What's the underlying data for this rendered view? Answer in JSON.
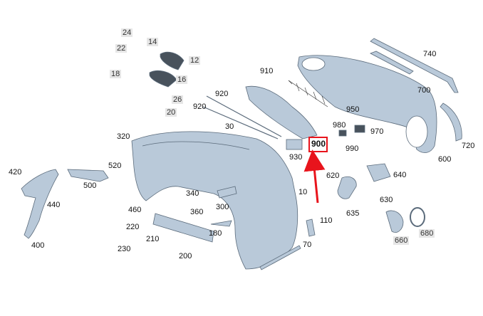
{
  "diagram": {
    "highlight_color": "#e8141c",
    "part_fill": "#b9c9d9",
    "part_stroke": "#5b6b7b",
    "labels": {
      "p24": "24",
      "p14": "14",
      "p22": "22",
      "p12": "12",
      "p18": "18",
      "p16": "16",
      "p26": "26",
      "p20": "20",
      "p910": "910",
      "p920a": "920",
      "p920b": "920",
      "p740": "740",
      "p700": "700",
      "p950": "950",
      "p320": "320",
      "p30": "30",
      "p980": "980",
      "p970": "970",
      "p900": "900",
      "p990": "990",
      "p930": "930",
      "p720": "720",
      "p600": "600",
      "p420": "420",
      "p520": "520",
      "p500": "500",
      "p10": "10",
      "p620": "620",
      "p640": "640",
      "p440": "440",
      "p340": "340",
      "p630": "630",
      "p460": "460",
      "p360": "360",
      "p300": "300",
      "p635": "635",
      "p110": "110",
      "p400": "400",
      "p220": "220",
      "p210": "210",
      "p230": "230",
      "p180": "180",
      "p660": "660",
      "p680": "680",
      "p200": "200",
      "p70": "70"
    }
  }
}
